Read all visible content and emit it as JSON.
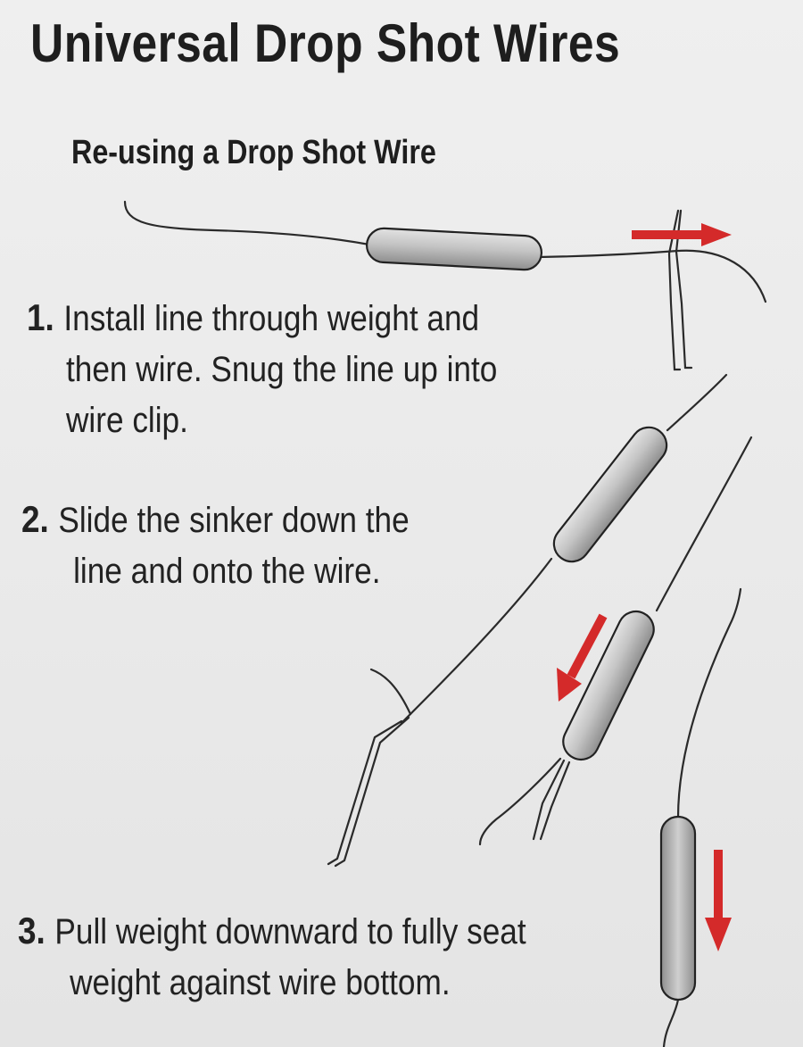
{
  "title": "Universal Drop Shot Wires",
  "subtitle": "Re-using a Drop Shot Wire",
  "steps": [
    {
      "number": "1.",
      "line1": "Install line through weight and",
      "line2": "then wire. Snug the line up into",
      "line3": "wire clip."
    },
    {
      "number": "2.",
      "line1": "Slide the sinker down the",
      "line2": "line and onto the wire."
    },
    {
      "number": "3.",
      "line1": "Pull weight downward to fully seat",
      "line2": "weight against wire bottom."
    }
  ],
  "colors": {
    "arrow": "#d42a2a",
    "weight": "#b9b9b9",
    "text": "#1e1e1e",
    "background": "#ececec"
  }
}
